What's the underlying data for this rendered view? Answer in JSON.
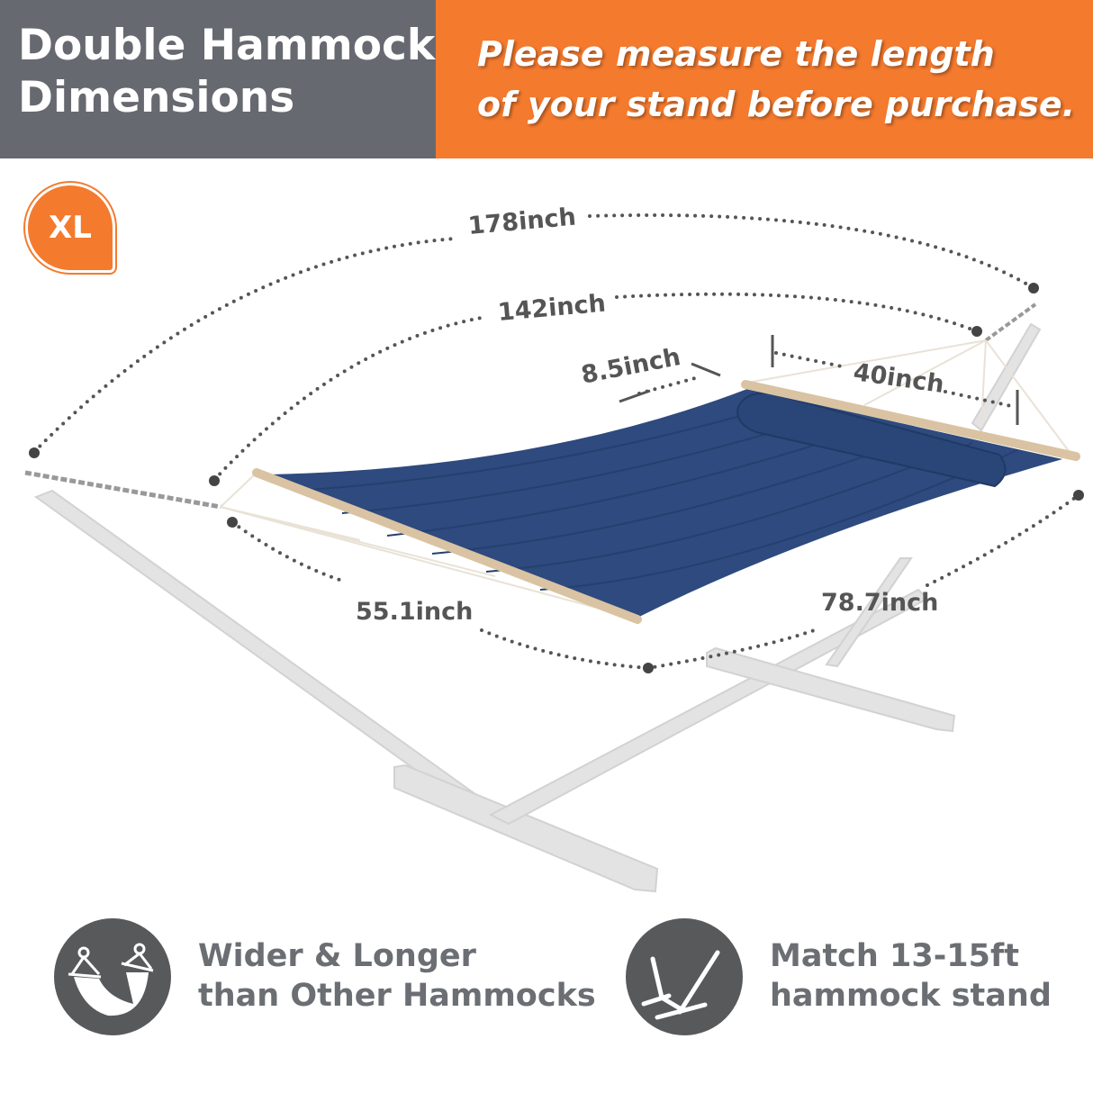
{
  "header": {
    "title_line1": "Double Hammock",
    "title_line2": "Dimensions",
    "note_line1": "Please measure the length",
    "note_line2": "of your stand before purchase."
  },
  "badge": "XL",
  "dimensions": {
    "overall_length": "178inch",
    "bed_length": "142inch",
    "pillow_width": "8.5inch",
    "pillow_length": "40inch",
    "bed_width": "55.1inch",
    "bed_long_side": "78.7inch"
  },
  "features": [
    {
      "icon": "hammock-icon",
      "line1": "Wider & Longer",
      "line2": "than Other Hammocks"
    },
    {
      "icon": "hammock-stand-icon",
      "line1": "Match 13-15ft",
      "line2": "hammock stand"
    }
  ],
  "colors": {
    "orange": "#f47a2e",
    "gray_header": "#676970",
    "hammock_blue": "#2e4a7e",
    "text_gray": "#6b6e73"
  }
}
